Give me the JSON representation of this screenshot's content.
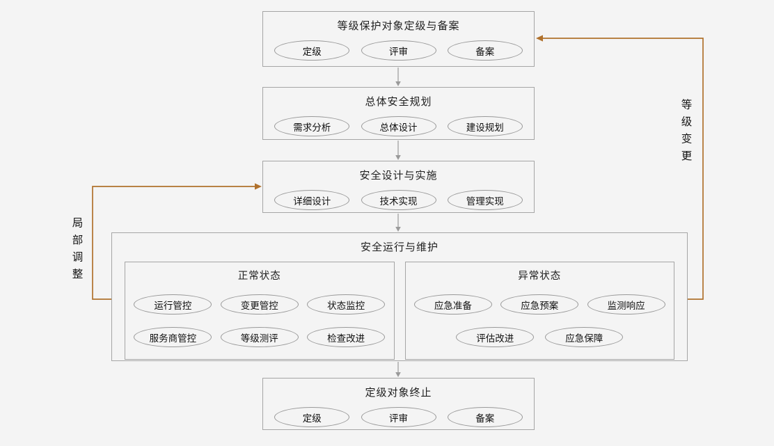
{
  "stages": [
    {
      "title": "等级保护对象定级与备案",
      "items": [
        "定级",
        "评审",
        "备案"
      ]
    },
    {
      "title": "总体安全规划",
      "items": [
        "需求分析",
        "总体设计",
        "建设规划"
      ]
    },
    {
      "title": "安全设计与实施",
      "items": [
        "详细设计",
        "技术实现",
        "管理实现"
      ]
    },
    {
      "title": "安全运行与维护",
      "groups": [
        {
          "title": "正常状态",
          "row1": [
            "运行管控",
            "变更管控",
            "状态监控"
          ],
          "row2": [
            "服务商管控",
            "等级测评",
            "检查改进"
          ]
        },
        {
          "title": "异常状态",
          "row1": [
            "应急准备",
            "应急预案",
            "监测响应"
          ],
          "row2": [
            "评估改进",
            "应急保障"
          ]
        }
      ]
    },
    {
      "title": "定级对象终止",
      "items": [
        "定级",
        "评审",
        "备案"
      ]
    }
  ],
  "feedback": {
    "right_label": "等级变更",
    "left_label": "局部调整"
  },
  "colors": {
    "background": "#f4f4f4",
    "box_border": "#a5a5a5",
    "ellipse_border": "#989898",
    "flow_arrow": "#9a9a9a",
    "feedback_arrow": "#b0712c",
    "text": "#1e1e1e"
  }
}
